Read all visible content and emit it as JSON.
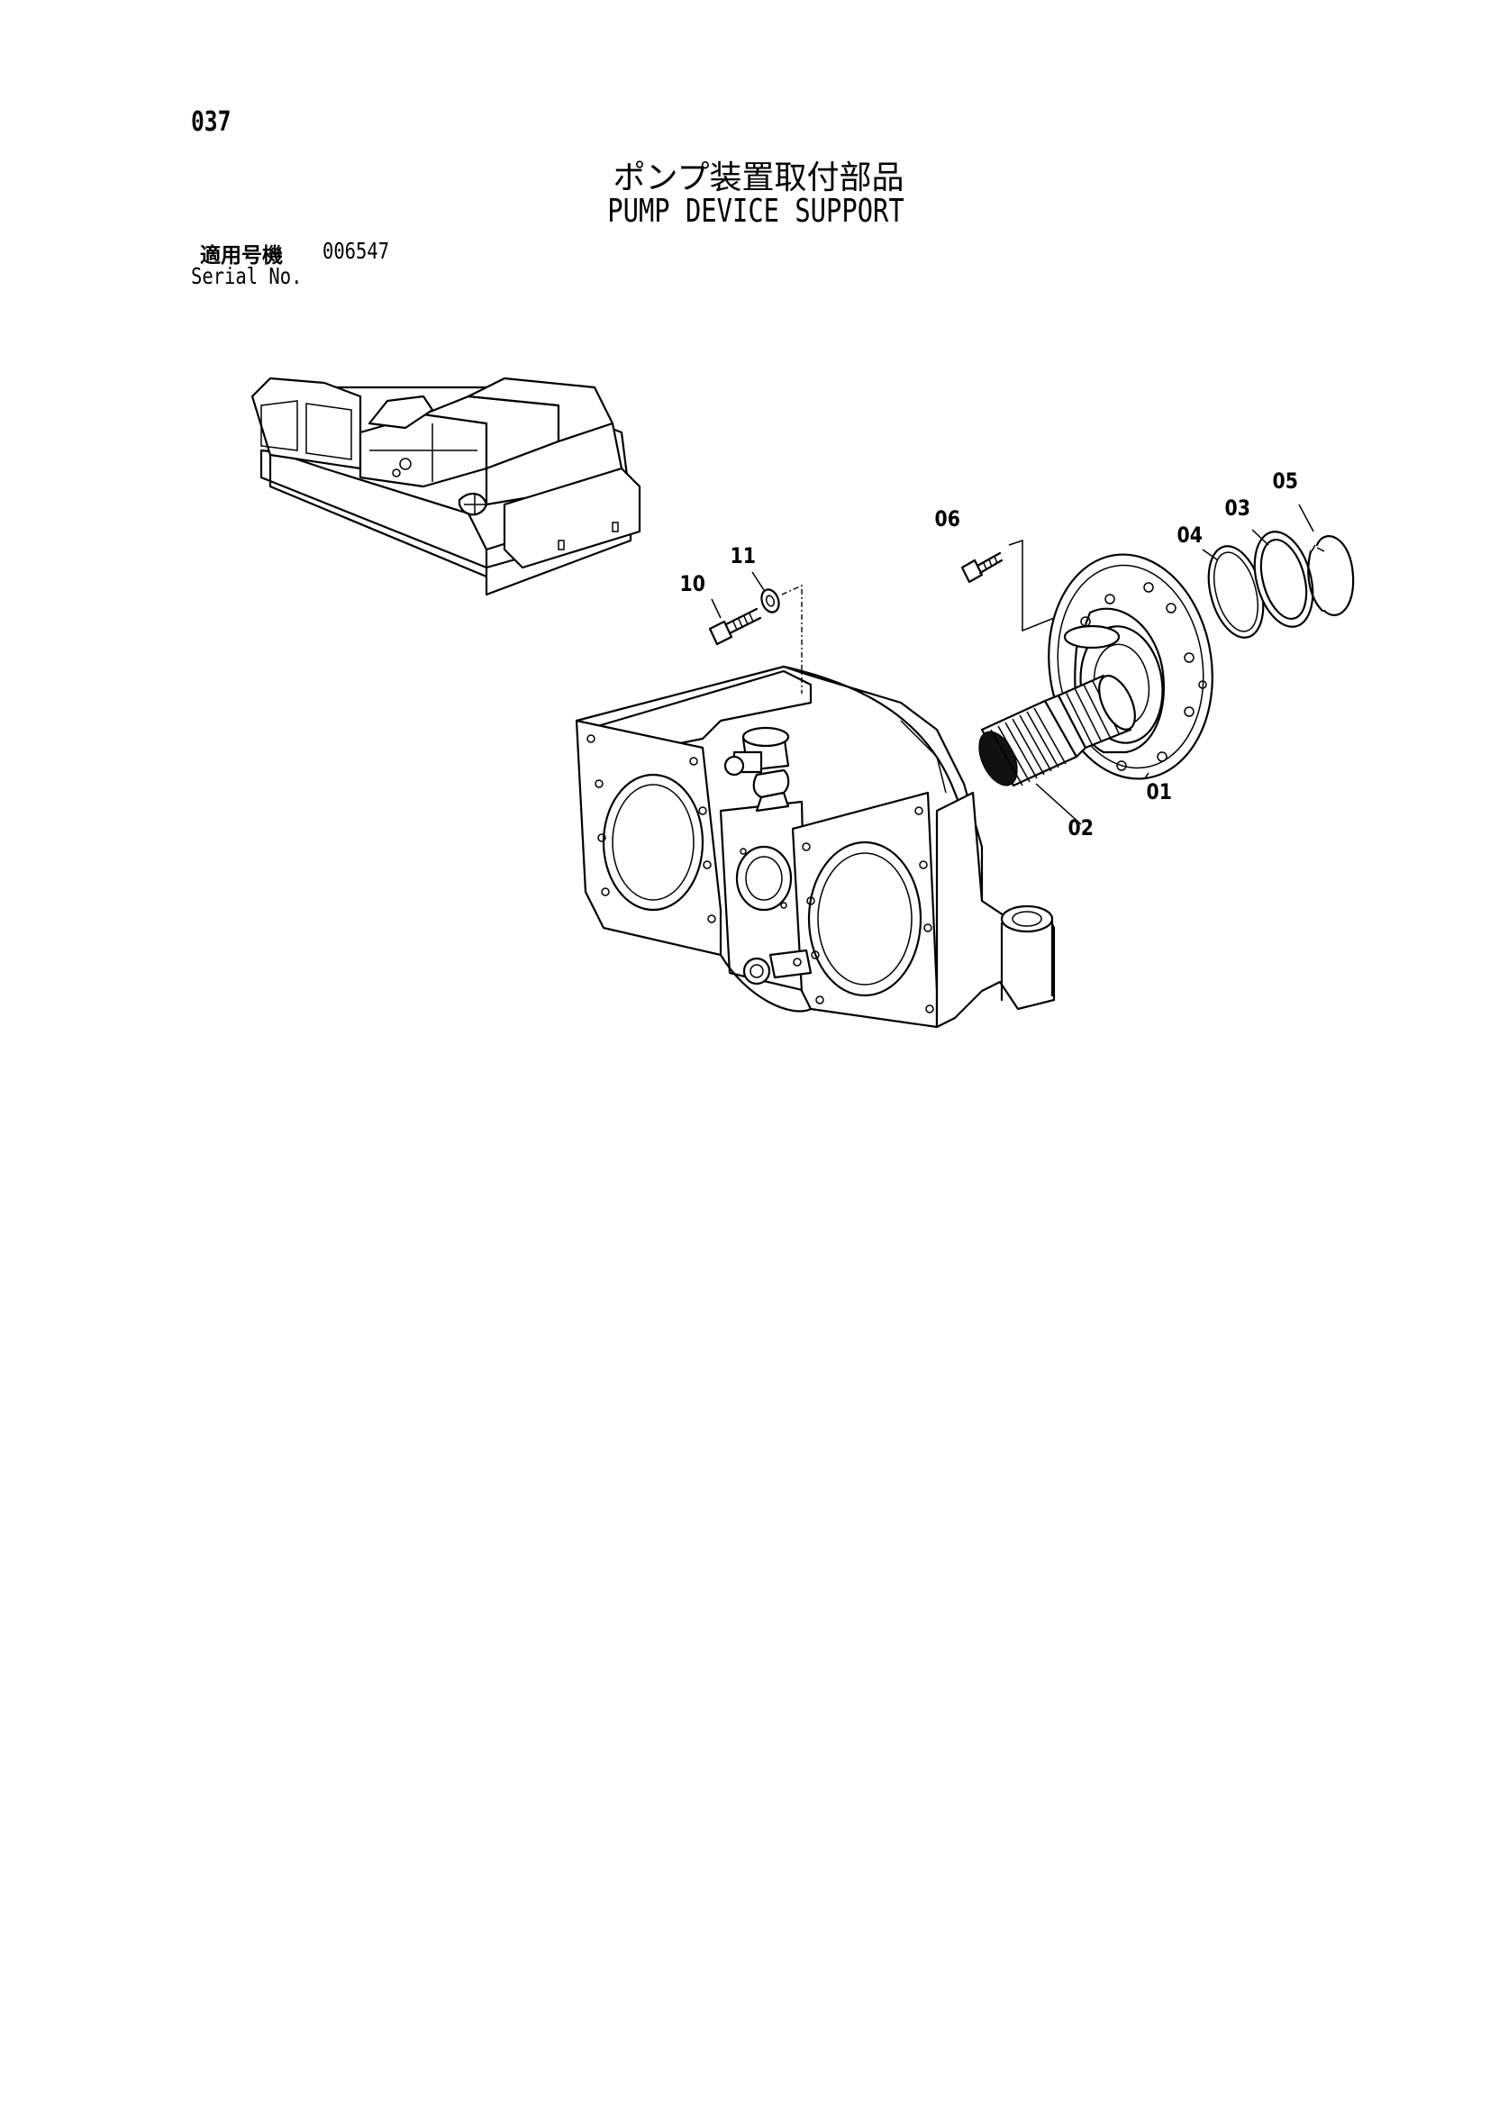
{
  "page": {
    "number": "037",
    "title_ja": "ポンプ装置取付部品",
    "title_en": "PUMP DEVICE SUPPORT",
    "serial_label_ja": "適用号機",
    "serial_number": "006547",
    "serial_label_en": "Serial No."
  },
  "callouts": [
    "01",
    "02",
    "03",
    "04",
    "05",
    "06",
    "10",
    "11"
  ],
  "colors": {
    "ink": "#000000",
    "paper": "#ffffff"
  },
  "icons": {
    "excavator": "excavator-overview-icon",
    "pump_housing": "pump-housing-icon",
    "flange": "flange-icon",
    "shaft": "splined-shaft-icon",
    "ring": "o-ring-icon",
    "snap_ring": "snap-ring-icon",
    "bolt": "bolt-icon",
    "washer": "washer-icon"
  }
}
